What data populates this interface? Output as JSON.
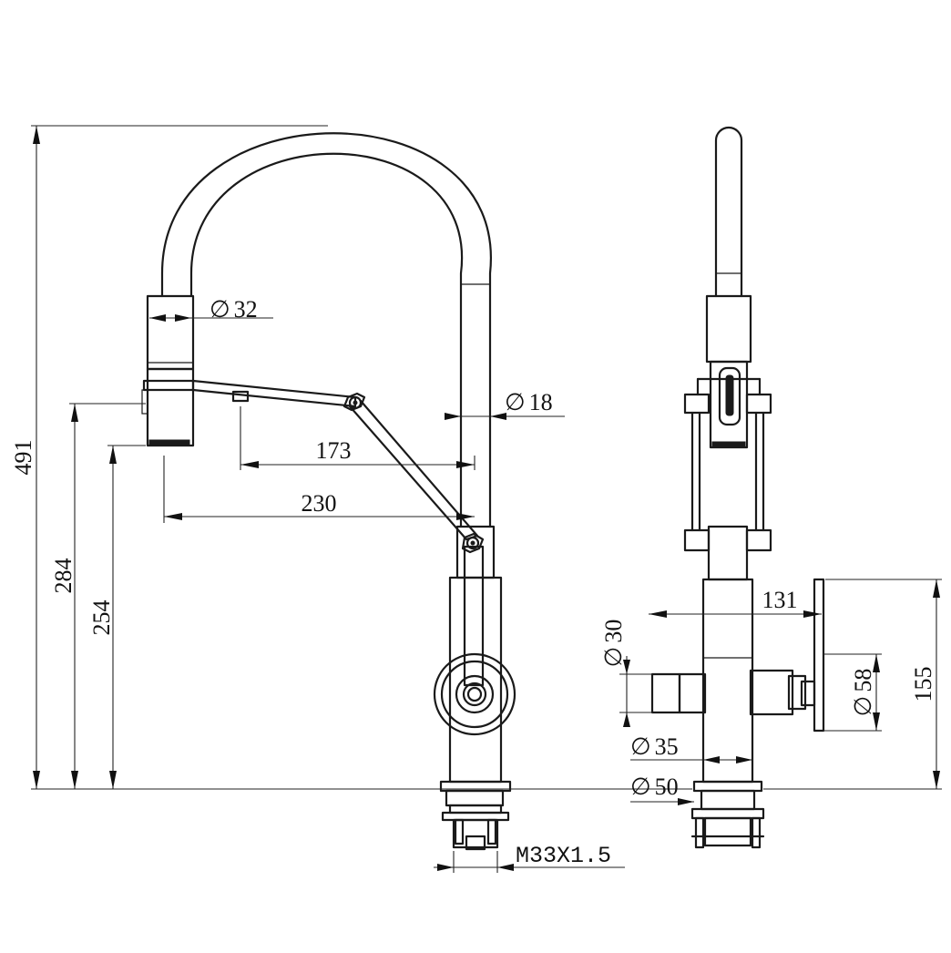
{
  "dimensions": {
    "total_height": "491",
    "spray_diameter": "32",
    "neck_diameter": "18",
    "arm_reach_173": "173",
    "arm_reach_230": "230",
    "height_284": "284",
    "height_254": "254",
    "thread": "M33X1.5",
    "handle_reach": "131",
    "side_inlet_diameter": "30",
    "lever_diameter": "58",
    "body_height": "155",
    "body_diameter": "35",
    "base_diameter": "50"
  },
  "diameter_symbol": "∅"
}
